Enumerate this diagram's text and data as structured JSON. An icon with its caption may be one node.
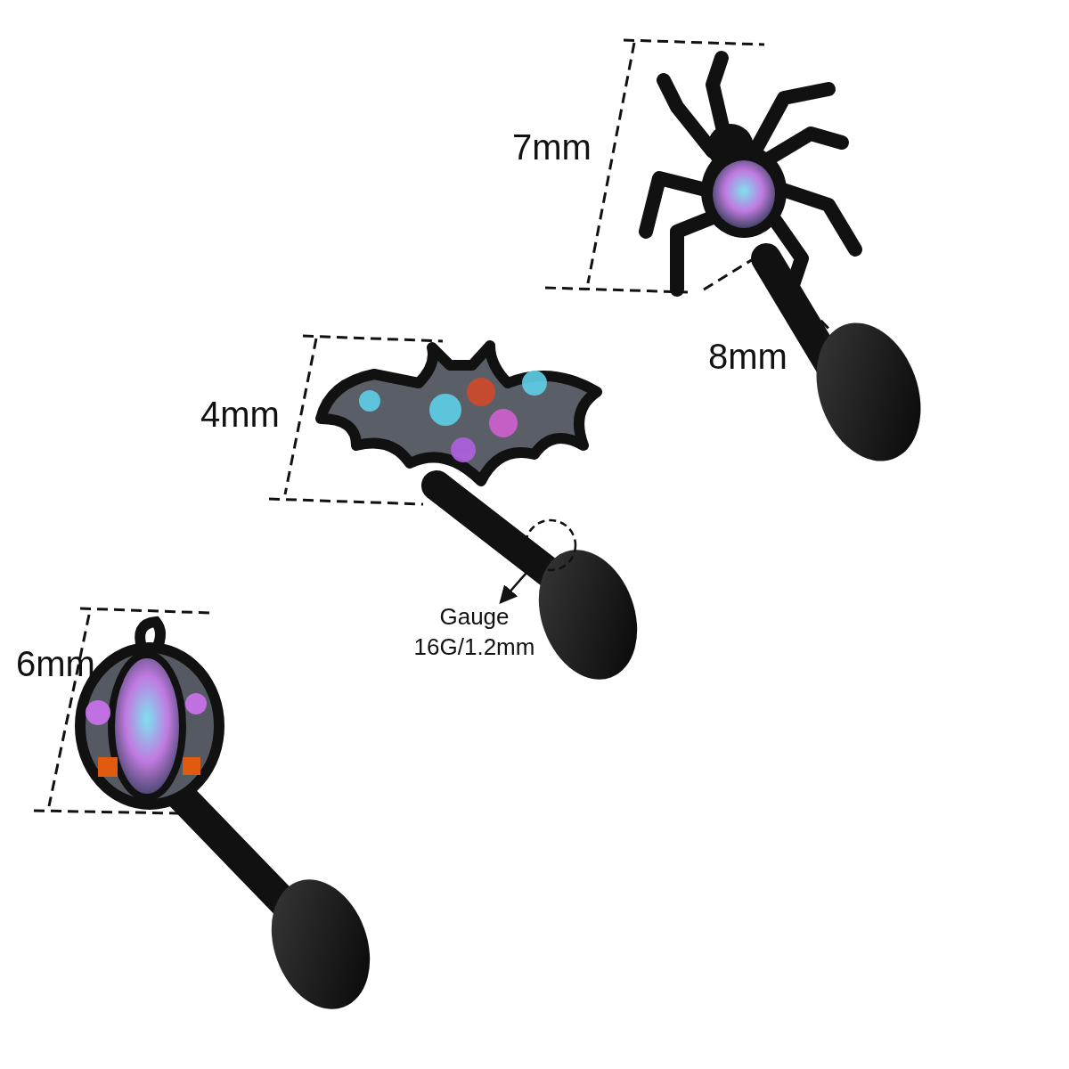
{
  "diagram": {
    "nodes": [
      {
        "text": [
          "Gauge 16G/1.2mm"
        ]
      },
      {
        "text": [],
        "shape": "circle"
      }
    ],
    "edges": [
      {
        "from": 1,
        "to": 0,
        "arrow": "to"
      }
    ],
    "labels": [
      "7mm",
      "8mm",
      "4mm",
      "6mm"
    ]
  }
}
